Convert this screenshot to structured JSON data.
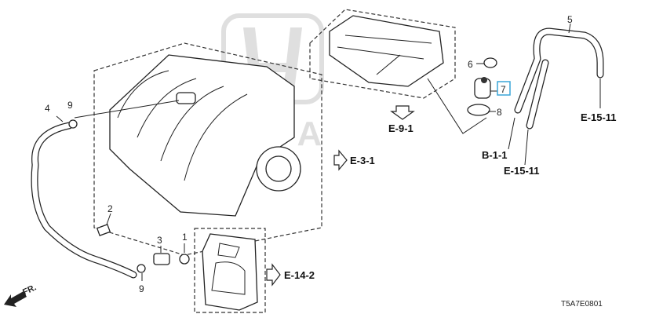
{
  "diagram": {
    "callouts": {
      "part_1": "1",
      "part_2": "2",
      "part_3": "3",
      "part_4": "4",
      "part_5": "5",
      "part_6": "6",
      "part_7": "7",
      "part_8": "8",
      "part_9_top": "9",
      "part_9_bottom": "9"
    },
    "references": {
      "e_9_1": "E-9-1",
      "e_3_1": "E-3-1",
      "e_14_2": "E-14-2",
      "b_1_1": "B-1-1",
      "e_15_11_left": "E-15-11",
      "e_15_11_right": "E-15-11"
    },
    "front_indicator": "FR.",
    "diagram_code": "T5A7E0801",
    "watermark": "HONDA",
    "highlight_color": "#3aa6d8"
  }
}
